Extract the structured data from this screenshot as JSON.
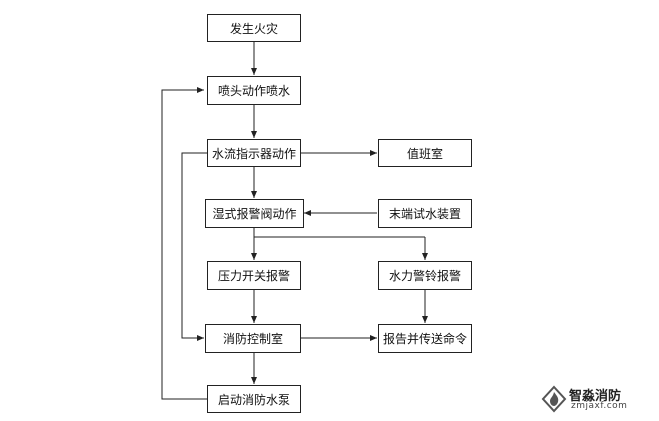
{
  "nodes": {
    "fire": "发生火灾",
    "sprinkler": "喷头动作喷水",
    "flow_indicator": "水流指示器动作",
    "duty_room": "值班室",
    "alarm_valve": "湿式报警阀动作",
    "test_device": "末端试水装置",
    "pressure_switch": "压力开关报警",
    "water_bell": "水力警铃报警",
    "control_room": "消防控制室",
    "report": "报告并传送命令",
    "start_pump": "启动消防水泵"
  },
  "watermark": {
    "title": "智淼消防",
    "url": "zmjaxf.com"
  },
  "colors": {
    "line": "#222222",
    "box_border": "#222222",
    "logo": "#555555"
  }
}
